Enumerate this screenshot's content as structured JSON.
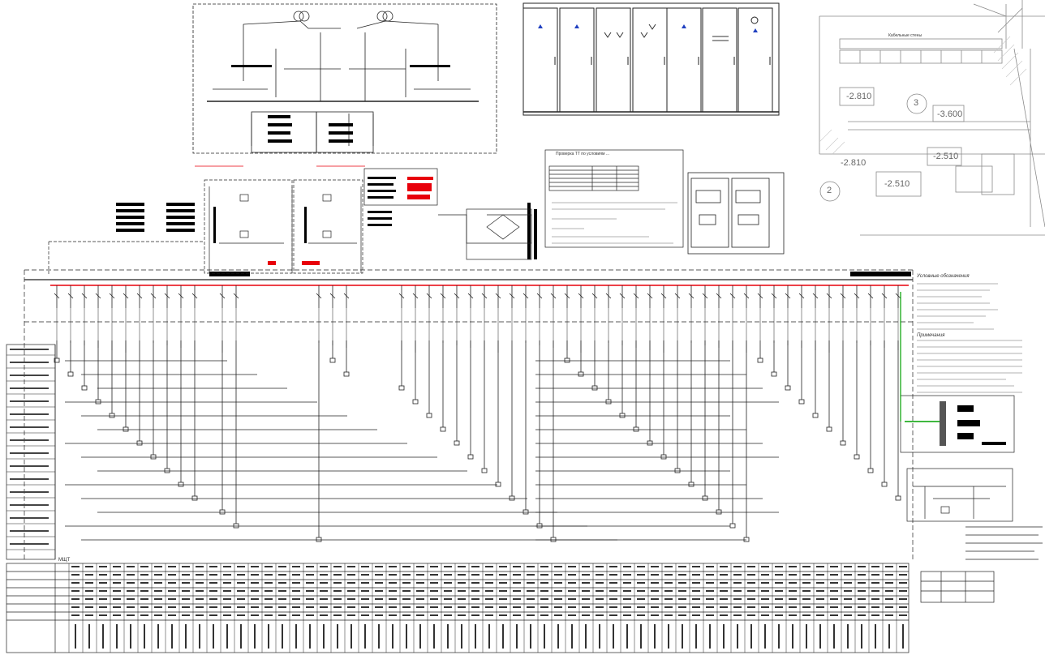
{
  "drawing": {
    "sections": {
      "substation_scheme": {
        "label": "",
        "transformers": 2
      },
      "cabinet_elevations": {
        "cabinets": 7
      },
      "floor_plan": {
        "title": "Кабельные стены",
        "levels": [
          "-2.810",
          "-3.600",
          "-2.510",
          "-2.810",
          "-2.510"
        ],
        "room_numbers": [
          "3",
          "2"
        ]
      },
      "calculation_note": {
        "title": "Проверка ТТ по условиям ..."
      },
      "legend": {
        "title": "Условные обозначения"
      },
      "notes": {
        "title": "Примечания"
      },
      "bottom_table": {
        "label": "МЩТ"
      }
    },
    "colors": {
      "line": "#222222",
      "red_highlight": "#e8000b",
      "black_block": "#000000",
      "green_ground": "#00a000",
      "blue_symbol": "#2040c0",
      "plan_line": "#8a8a8a"
    }
  }
}
